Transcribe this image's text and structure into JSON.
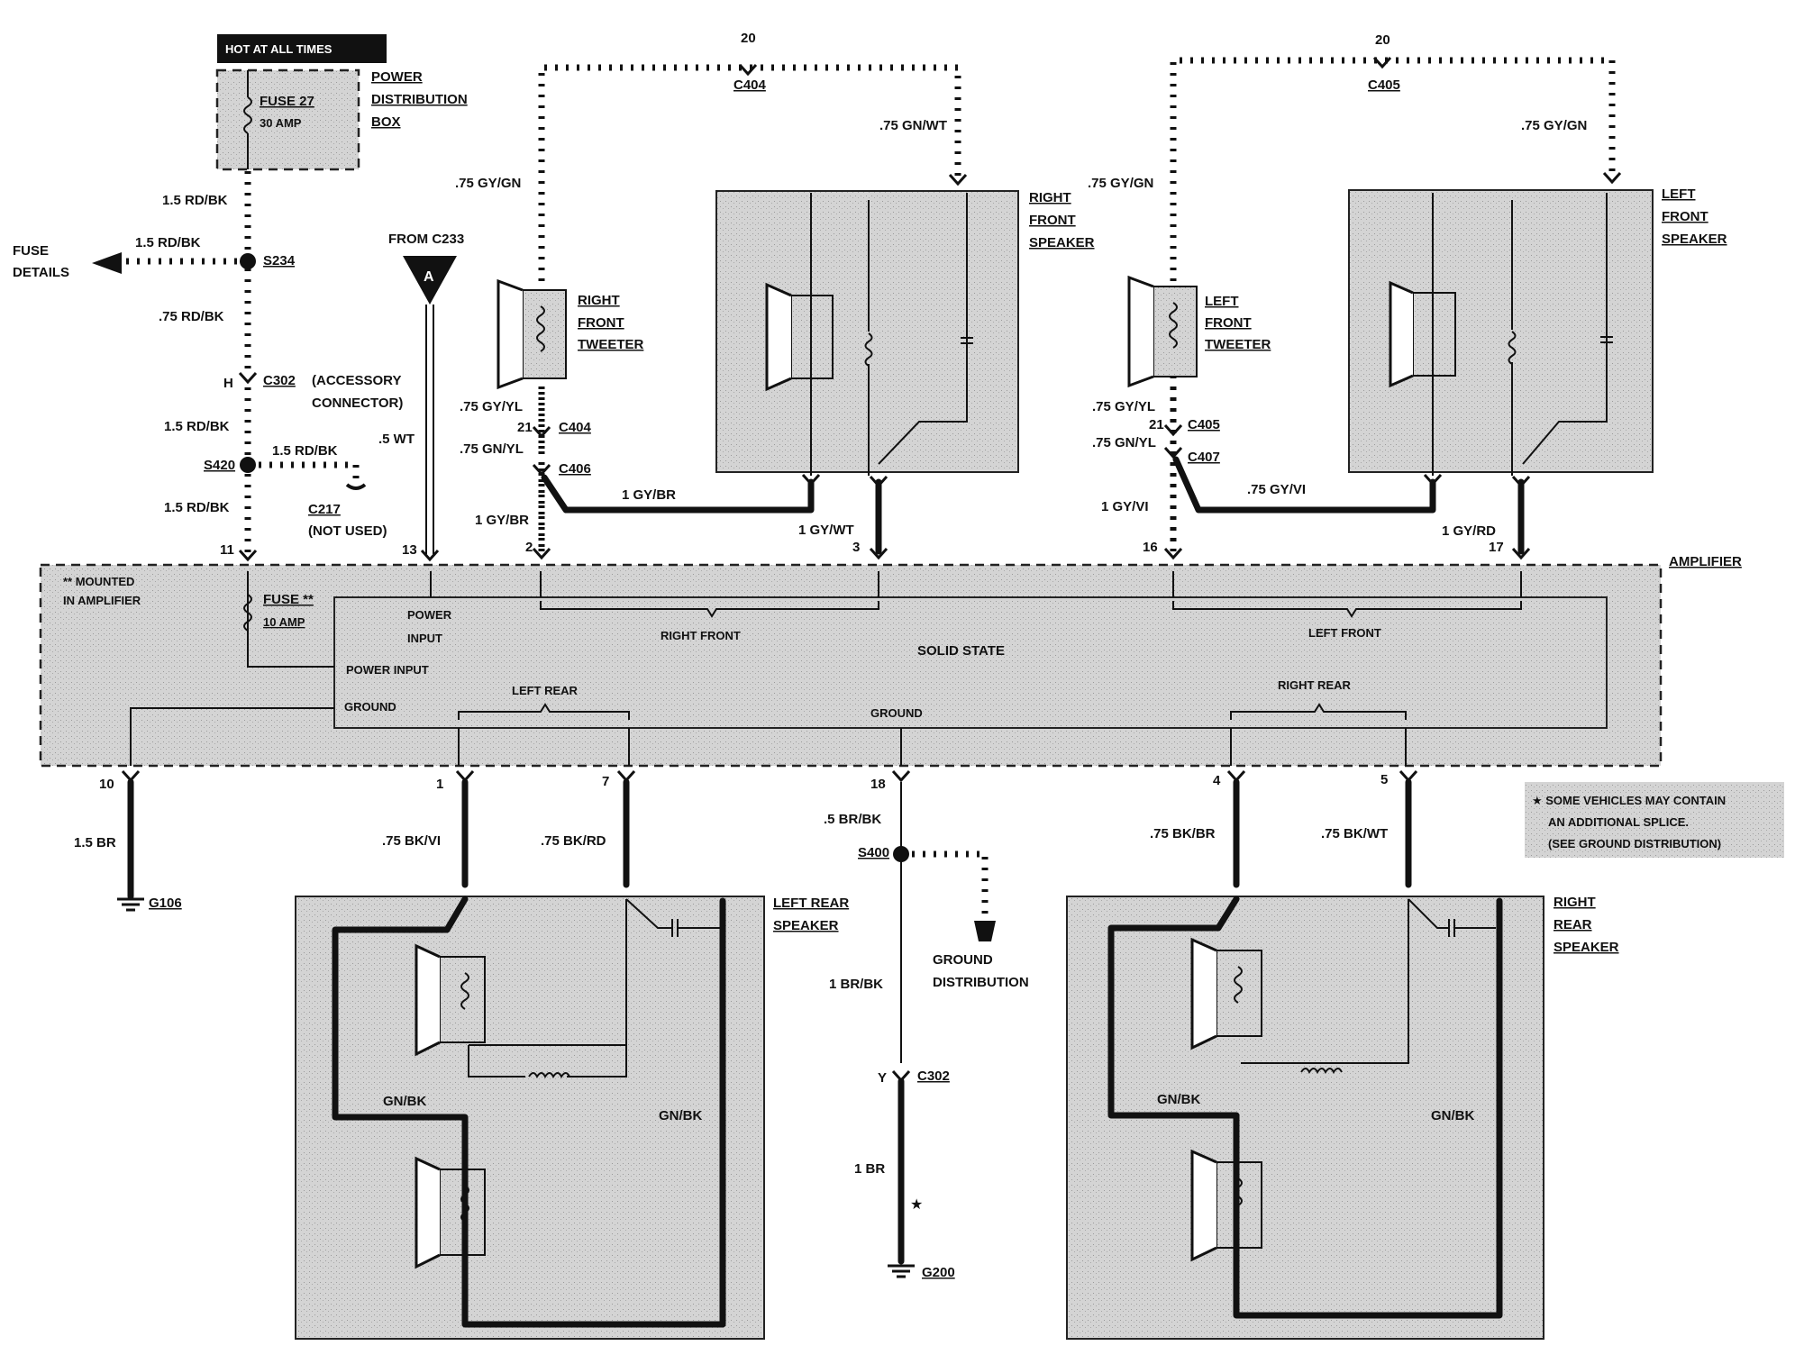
{
  "top": {
    "hot_at_all_times": "HOT AT ALL TIMES",
    "fuse": "FUSE 27",
    "fuse_amp": "30 AMP",
    "pdb_line1": "POWER",
    "pdb_line2": "DISTRIBUTION",
    "pdb_line3": "BOX"
  },
  "left_feed": {
    "w1": "1.5 RD/BK",
    "fuse_details_1": "FUSE",
    "fuse_details_2": "DETAILS",
    "w_branch": "1.5 RD/BK",
    "s234": "S234",
    "w2": ".75 RD/BK",
    "pin_h": "H",
    "c302": "C302",
    "acc1": "(ACCESSORY",
    "acc2": "CONNECTOR)",
    "w3": "1.5 RD/BK",
    "s420": "S420",
    "w_s420": "1.5 RD/BK",
    "w4": "1.5 RD/BK",
    "c217": "C217",
    "not_used": "(NOT USED)",
    "from_c233": "FROM C233",
    "a": "A",
    "wt": ".5 WT"
  },
  "right_front": {
    "num": "20",
    "conn_top": "C404",
    "w_gnwt": ".75 GN/WT",
    "w_gygn": ".75 GY/GN",
    "tw1": "RIGHT",
    "tw2": "FRONT",
    "tw3": "TWEETER",
    "sp1": "RIGHT",
    "sp2": "FRONT",
    "sp3": "SPEAKER",
    "w_gyyl": ".75 GY/YL",
    "pin21": "21",
    "c404": "C404",
    "w_gnyl": ".75 GN/YL",
    "c406": "C406",
    "w_gybr": "1 GY/BR",
    "w_gybr2": "1 GY/BR",
    "w_gywt": "1 GY/WT",
    "pin2": "2",
    "pin3": "3"
  },
  "left_front": {
    "num": "20",
    "conn_top": "C405",
    "w_gygn_r": ".75 GY/GN",
    "w_gygn": ".75 GY/GN",
    "tw1": "LEFT",
    "tw2": "FRONT",
    "tw3": "TWEETER",
    "sp1": "LEFT",
    "sp2": "FRONT",
    "sp3": "SPEAKER",
    "w_gyyl": ".75 GY/YL",
    "pin21": "21",
    "c405": "C405",
    "w_gnyl": ".75 GN/YL",
    "c407": "C407",
    "w_gyvi": ".75 GY/VI",
    "w_gyvi2": "1 GY/VI",
    "w_gyrd": "1 GY/RD",
    "pin16": "16",
    "pin17": "17"
  },
  "amp": {
    "title": "AMPLIFIER",
    "mounted1": "** MOUNTED",
    "mounted2": "IN AMPLIFIER",
    "fuse": "FUSE **",
    "fuse_amp": "10 AMP",
    "power_input_1": "POWER",
    "power_input_2": "INPUT",
    "power_input": "POWER INPUT",
    "ground": "GROUND",
    "right_front": "RIGHT FRONT",
    "left_front": "LEFT FRONT",
    "solid_state": "SOLID STATE",
    "left_rear": "LEFT REAR",
    "ground_mid": "GROUND",
    "right_rear": "RIGHT REAR",
    "pin11": "11",
    "pin13": "13"
  },
  "bottom": {
    "pin10": "10",
    "w_br": "1.5 BR",
    "g106": "G106",
    "pin1": "1",
    "pin7": "7",
    "w_bkvi": ".75 BK/VI",
    "w_bkrd": ".75 BK/RD",
    "lr1": "LEFT REAR",
    "lr2": "SPEAKER",
    "gnbk_a": "GN/BK",
    "gnbk_b": "GN/BK",
    "pin18": "18",
    "w_brbk": ".5 BR/BK",
    "s400": "S400",
    "gd1": "GROUND",
    "gd2": "DISTRIBUTION",
    "w_brbk2": "1 BR/BK",
    "pin_y": "Y",
    "c302": "C302",
    "w_1br": "1 BR",
    "star": "★",
    "g200": "G200",
    "pin4": "4",
    "pin5": "5",
    "w_bkbr": ".75 BK/BR",
    "w_bkwt": ".75 BK/WT",
    "rr1": "RIGHT",
    "rr2": "REAR",
    "rr3": "SPEAKER",
    "gnbk_c": "GN/BK",
    "gnbk_d": "GN/BK",
    "note1": "★ SOME VEHICLES MAY CONTAIN",
    "note2": "AN ADDITIONAL SPLICE.",
    "note3": "(SEE GROUND DISTRIBUTION)"
  }
}
